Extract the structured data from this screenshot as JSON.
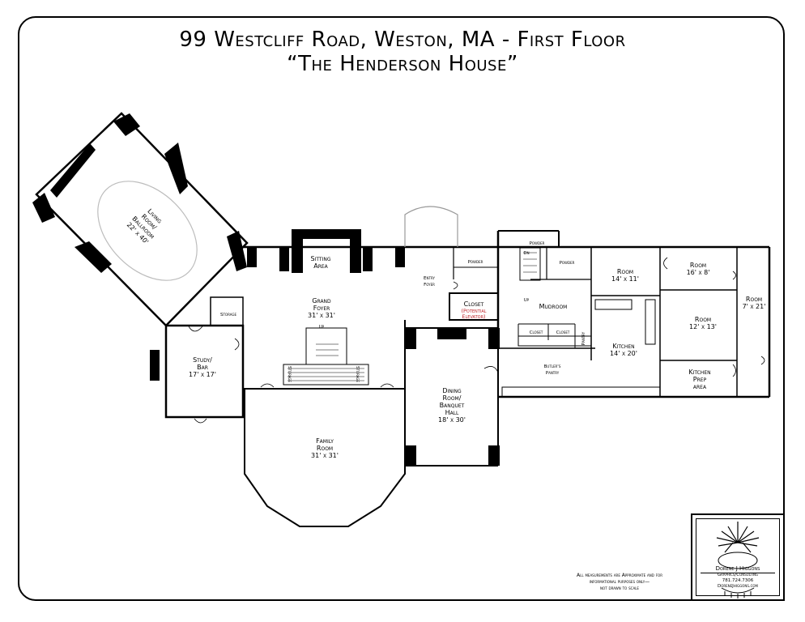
{
  "title": {
    "line1": "99 Westcliff Road, Weston, MA - First Floor",
    "line2": "“The Henderson House”"
  },
  "rooms": {
    "living_room": [
      "Living",
      "Room/",
      "Ballroom",
      "22' x 40'"
    ],
    "sitting_area": [
      "Sitting",
      "Area"
    ],
    "grand_foyer": [
      "Grand",
      "Foyer",
      "31' x 31'"
    ],
    "storage_top": "Storage",
    "study_bar": [
      "Study/",
      "Bar",
      "17' x 17'"
    ],
    "family_room": [
      "Family",
      "Room",
      "31' x 31'"
    ],
    "entry_foyer": [
      "Entry",
      "Foyer"
    ],
    "powder_1": "Powder",
    "powder_2": "Powder",
    "powder_3": "Powder",
    "closet_elevator": [
      "Closet",
      "(Potential",
      "Elevator)"
    ],
    "dining_room": [
      "Dining",
      "Room/",
      "Banquet",
      "Hall",
      "18' x 30'"
    ],
    "mudroom": "Mudroom",
    "closet_1": "Closet",
    "closet_2": "Closet",
    "pantry": "Pantry",
    "butlers_pantry": [
      "Butler's",
      "Pantry"
    ],
    "room_14x11": [
      "Room",
      "14' x 11'"
    ],
    "kitchen": [
      "Kitchen",
      "14' x 20'"
    ],
    "room_16x8": [
      "Room",
      "16' x 8'"
    ],
    "room_12x13": [
      "Room",
      "12' x 13'"
    ],
    "room_7x21": [
      "Room",
      "7' x 21'"
    ],
    "kitchen_prep": [
      "Kitchen",
      "Prep",
      "area"
    ],
    "stair_up": "Up",
    "stair_up_2": "Up",
    "stair_dn": "Dn",
    "storage_left": "Storage",
    "storage_right": "Storage"
  },
  "disclaimer": [
    "All measurements are Approximate and for",
    "informational purposes only—",
    "not drawn to scale"
  ],
  "logo": {
    "name": "Dorene J Higgons",
    "line1": "Graphics/Consulting",
    "line2": "781.724.7306",
    "line3": "DoreneJhiggons.com"
  },
  "colors": {
    "wall": "#000000",
    "accent_red": "#c1272d",
    "outline_gray": "#bdbdbd"
  }
}
